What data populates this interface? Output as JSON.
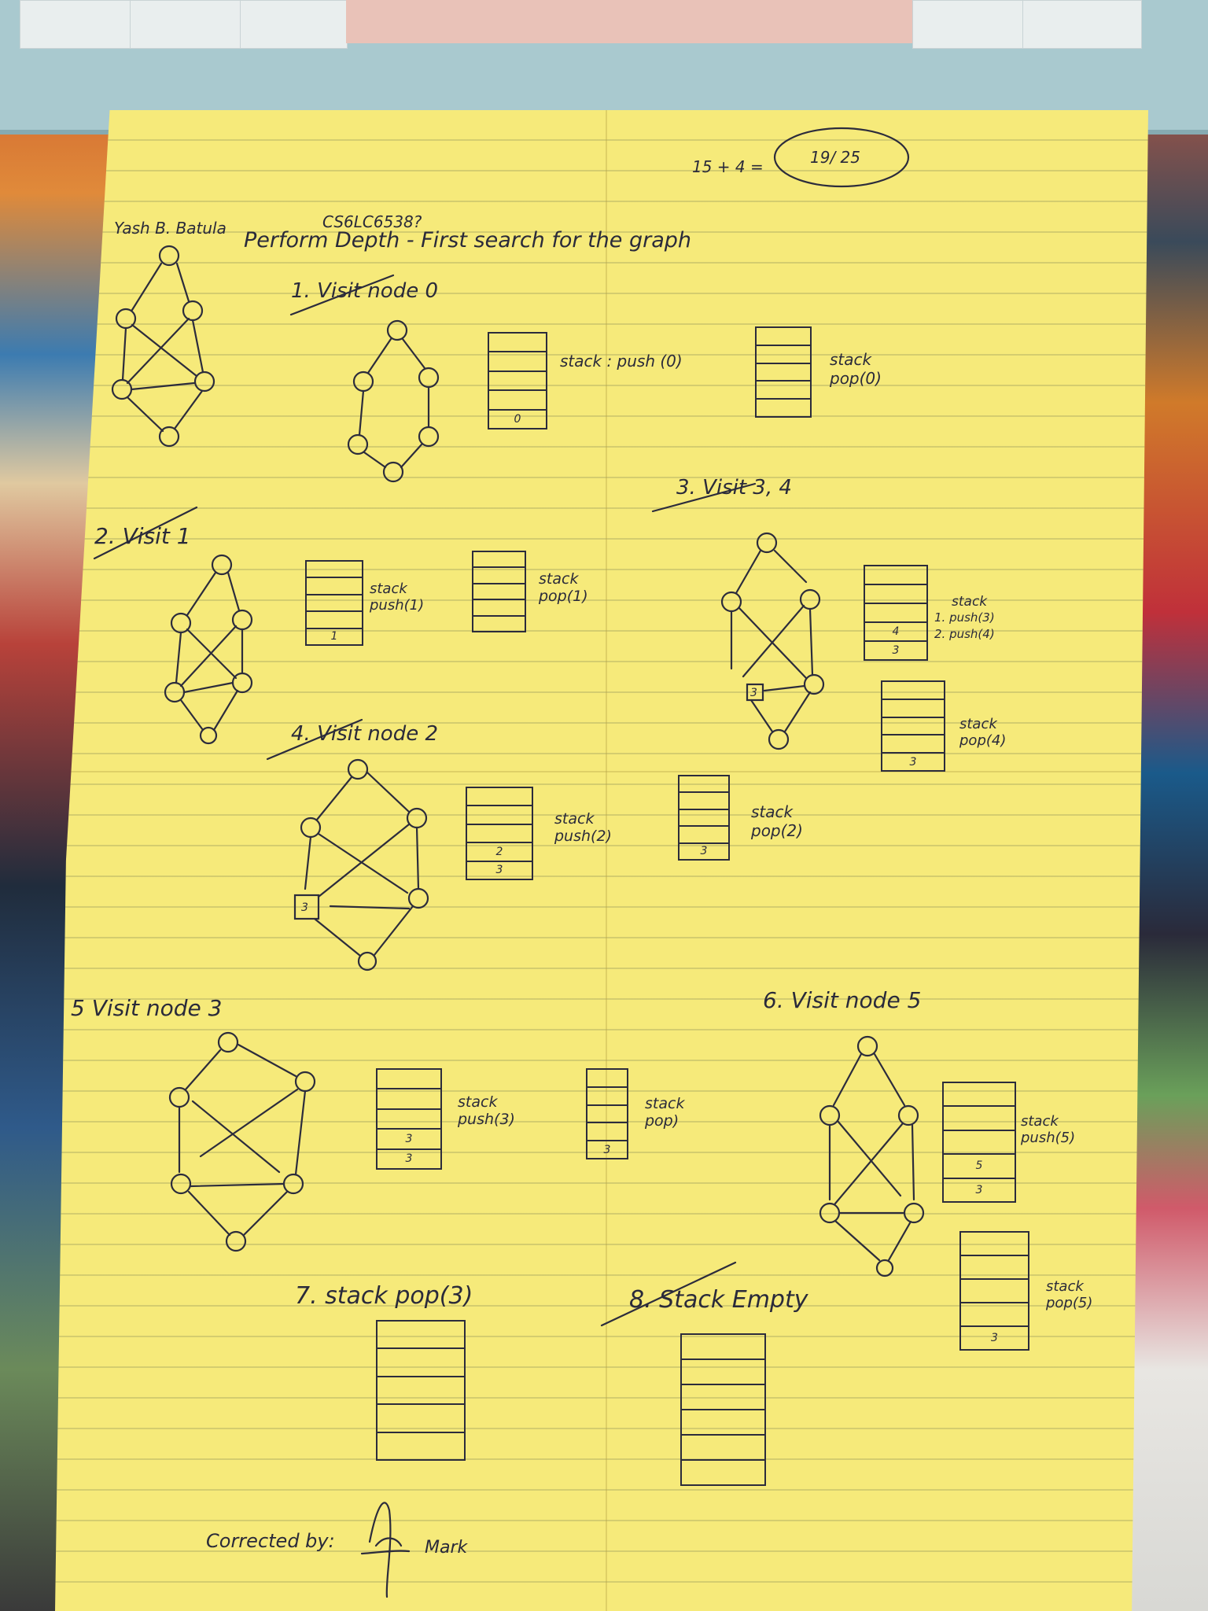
{
  "header": {
    "student_name": "Yash B. Batula",
    "student_id": "CS6LC6538?",
    "score_calc": "15 + 4 =",
    "score": "19/ 25",
    "title": "Perform Depth - First search for the graph"
  },
  "steps": [
    {
      "label": "1. Visit node 0",
      "ops": [
        "stack : push (0)",
        "stack pop(0)"
      ],
      "stack_a": [
        "",
        "",
        "",
        "",
        "0"
      ],
      "stack_b": [
        "",
        "",
        "",
        "",
        ""
      ]
    },
    {
      "label": "2. Visit 1",
      "ops": [
        "stack push(1)",
        "stack pop(1)"
      ],
      "stack_a": [
        "",
        "",
        "",
        "",
        "1"
      ],
      "stack_b": [
        "",
        "",
        "",
        "",
        ""
      ]
    },
    {
      "label": "3. Visit 3, 4",
      "ops": [
        "stack",
        "1. push(3)",
        "2. push(4)",
        "stack pop(4)"
      ],
      "stack_a": [
        "",
        "",
        "",
        "4",
        "3"
      ],
      "stack_b": [
        "",
        "",
        "",
        "",
        "3"
      ]
    },
    {
      "label": "4. Visit node 2",
      "ops": [
        "stack push(2)",
        "stack pop(2)"
      ],
      "stack_a": [
        "",
        "",
        "",
        "2",
        "3"
      ],
      "stack_b": [
        "",
        "",
        "",
        "",
        "3"
      ]
    },
    {
      "label": "5 Visit node 3",
      "ops": [
        "stack push(3)",
        "stack pop)"
      ],
      "stack_a": [
        "",
        "",
        "",
        "3",
        "3"
      ],
      "stack_b": [
        "",
        "",
        "",
        "",
        "3"
      ]
    },
    {
      "label": "6. Visit node 5",
      "ops": [
        "stack push(5)",
        "stack pop(5)"
      ],
      "stack_a": [
        "",
        "",
        "",
        "5",
        "3"
      ],
      "stack_b": [
        "",
        "",
        "",
        "",
        "3"
      ]
    },
    {
      "label": "7. stack pop(3)",
      "ops": [],
      "stack_a": [
        "",
        "",
        "",
        "",
        ""
      ]
    },
    {
      "label": "8. Stack Empty",
      "ops": [],
      "stack_a": [
        "",
        "",
        "",
        "",
        "",
        ""
      ]
    }
  ],
  "footer": {
    "corrected_by": "Corrected by:",
    "mark": "Mark"
  },
  "colors": {
    "paper": "#f6ea7a",
    "ink": "#2c2c3c",
    "shelf": "#a9c9cf"
  }
}
